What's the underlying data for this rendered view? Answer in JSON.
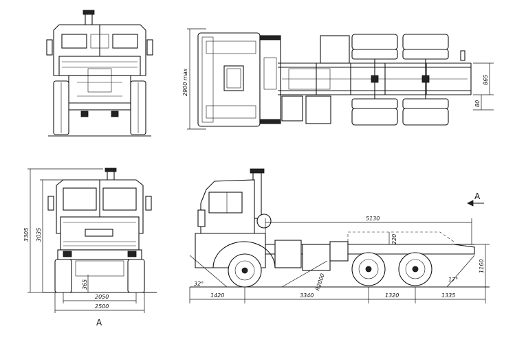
{
  "dimensions": {
    "height_max": "2900 max",
    "frame_width": "865",
    "frame_offset": "80",
    "overall_height": "3305",
    "cab_height": "3035",
    "ground_clearance": "365",
    "track_width": "2050",
    "overall_width": "2500",
    "wheelbase_total": "5130",
    "front_overhang": "1420",
    "first_to_mid": "3340",
    "axle_spacing": "1320",
    "rear_overhang": "1335",
    "frame_height": "1160",
    "sub_height": "220",
    "turn_radius": "R2000",
    "approach_angle": "32°",
    "departure_angle": "17°"
  },
  "views": {
    "marker": "A",
    "front_label": "A"
  }
}
